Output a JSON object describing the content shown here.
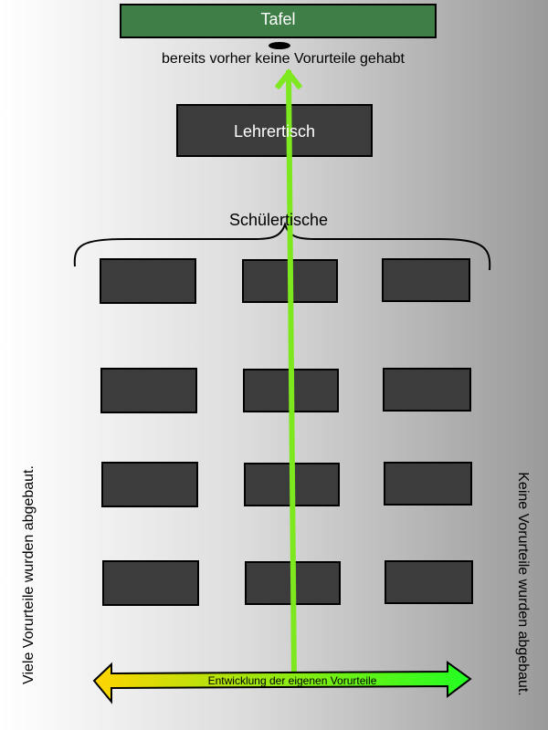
{
  "board": {
    "label": "Tafel"
  },
  "top_caption": "bereits vorher keine Vorurteile gehabt",
  "teacher_desk": {
    "label": "Lehrertisch"
  },
  "student_desks": {
    "label": "Schülertische",
    "rows": 4,
    "columns": 3
  },
  "scale_arrow": {
    "label": "Entwicklung der eigenen Vorurteile",
    "color_left": "#ffd400",
    "color_right": "#22ff22"
  },
  "left_side_label": "Viele Vorurteile wurden abgebaut.",
  "right_side_label": "Keine Vorurteile wurden abgebaut.",
  "colors": {
    "board": "#3f7f47",
    "desk": "#3c3c3c",
    "path": "#7ee81e"
  }
}
